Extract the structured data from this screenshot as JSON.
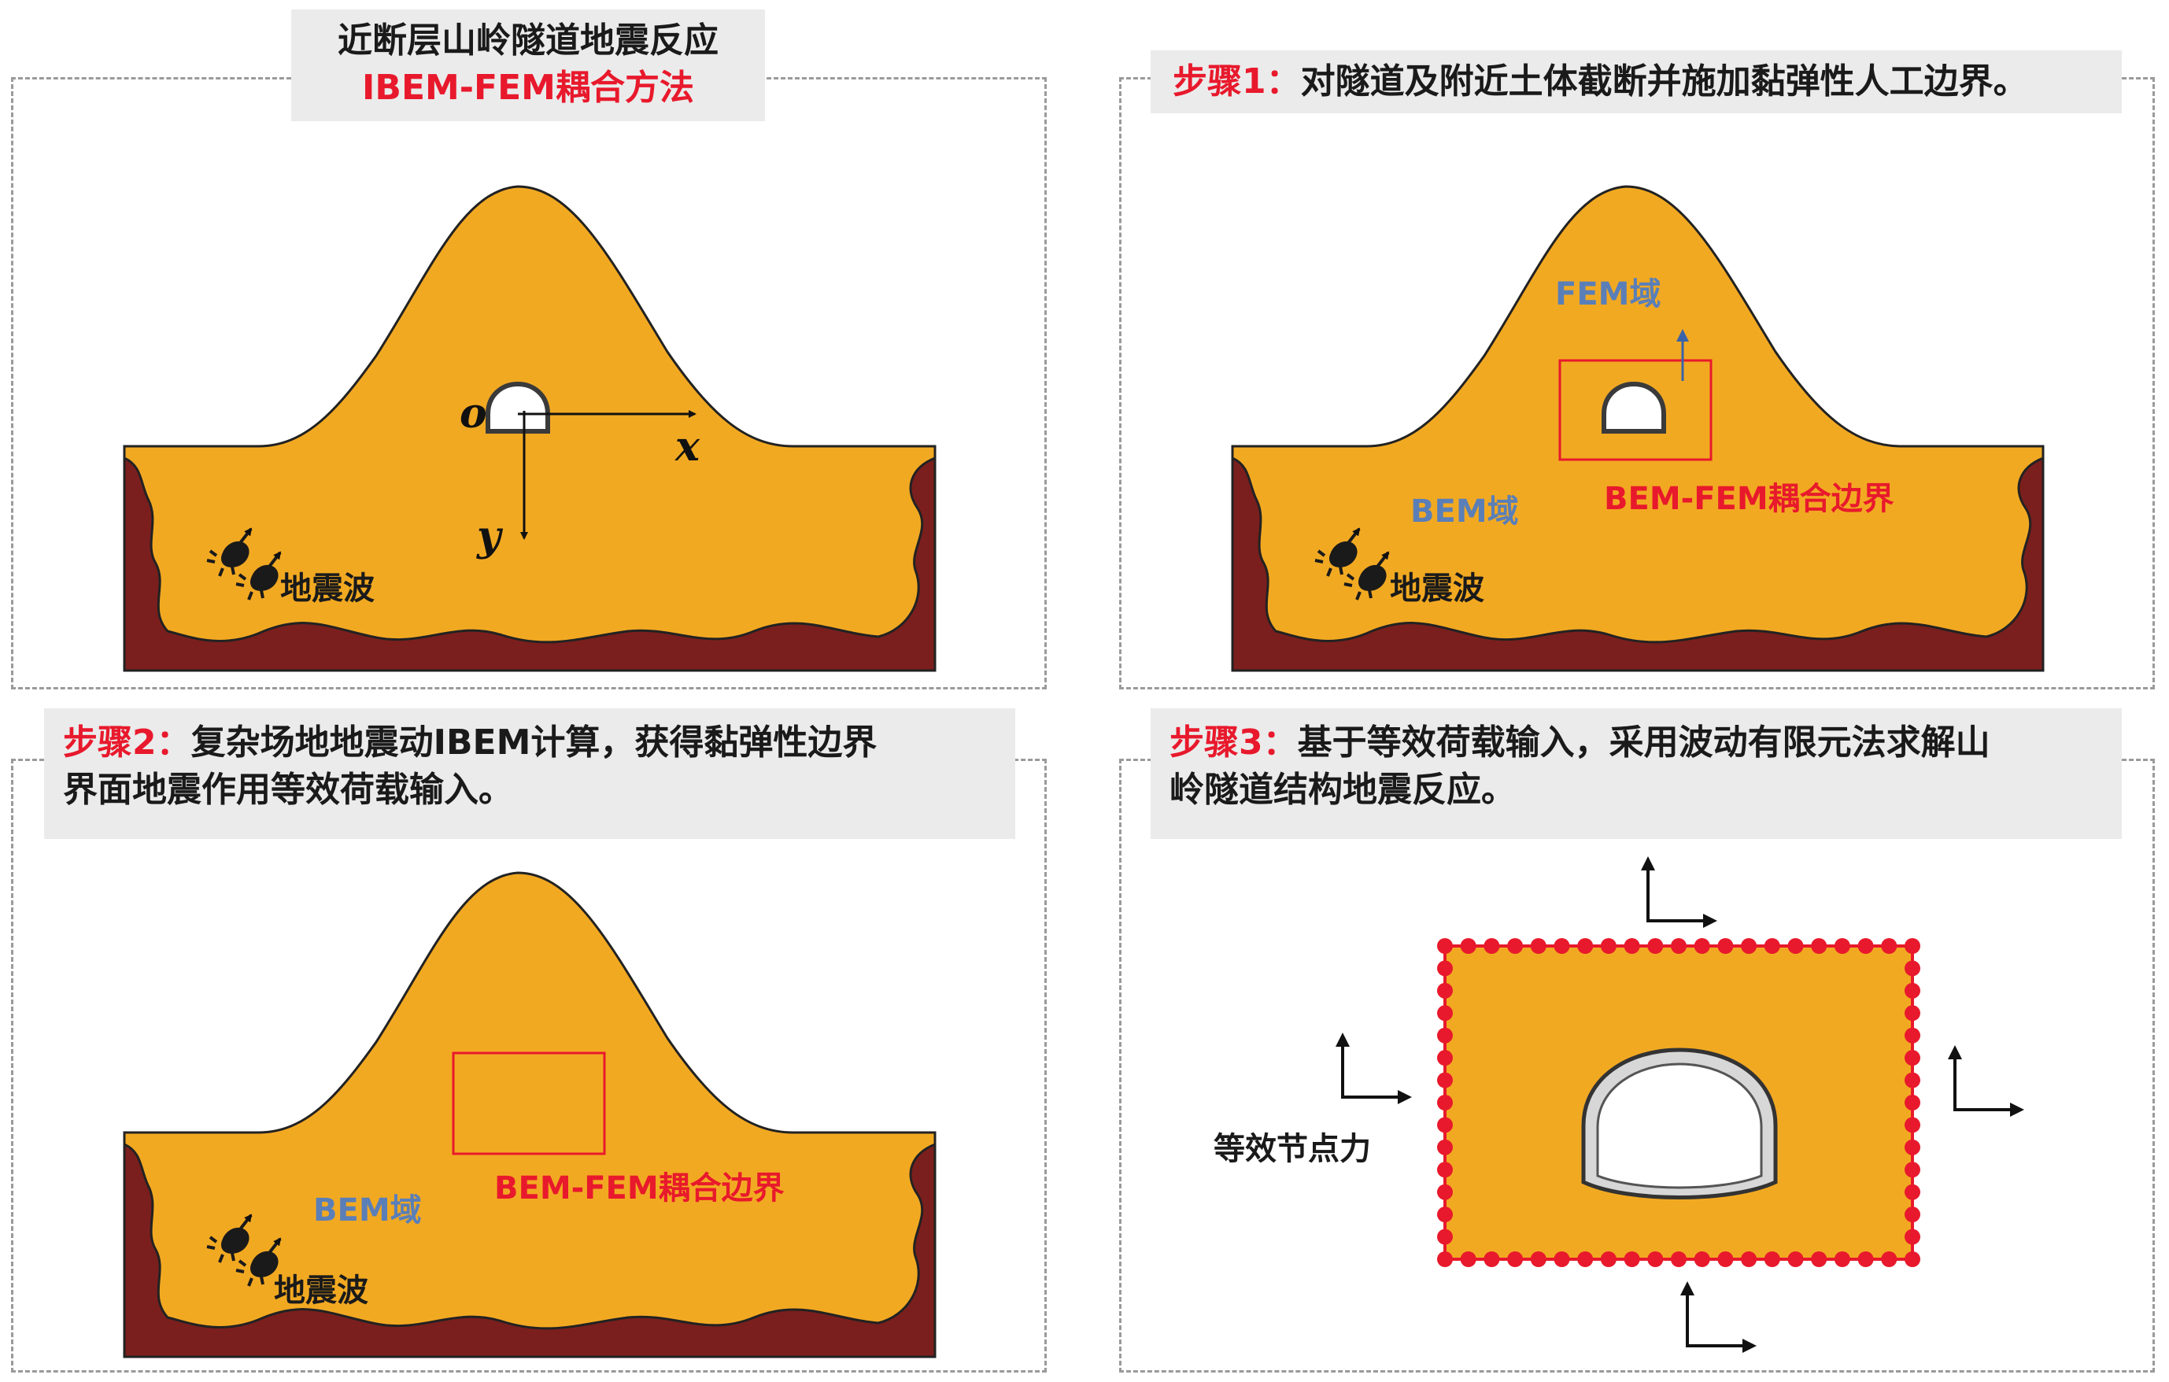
{
  "title": {
    "line1": "近断层山岭隧道地震反应",
    "line2": "IBEM-FEM耦合方法"
  },
  "step1": {
    "tag": "步骤1：",
    "text": "对隧道及附近土体截断并施加黏弹性人工边界。"
  },
  "step2": {
    "tag": "步骤2：",
    "text_line1": "复杂场地地震动IBEM计算，获得黏弹性边界",
    "text_line2": "界面地震作用等效荷载输入。"
  },
  "step3": {
    "tag": "步骤3：",
    "text_line1": "基于等效荷载输入，采用波动有限元法求解山",
    "text_line2": "岭隧道结构地震反应。"
  },
  "labels": {
    "origin": "o",
    "x_axis": "x",
    "y_axis": "y",
    "seismic_wave": "地震波",
    "fem_domain": "FEM域",
    "bem_domain": "BEM域",
    "coupling_boundary": "BEM-FEM耦合边界",
    "nodal_force": "等效节点力"
  },
  "colors": {
    "soil": "#f2a922",
    "rock": "#7a1f1d",
    "highlight": "#e8192c",
    "domain_text": "#5a7fb8",
    "caption_bg": "#ebebeb"
  }
}
